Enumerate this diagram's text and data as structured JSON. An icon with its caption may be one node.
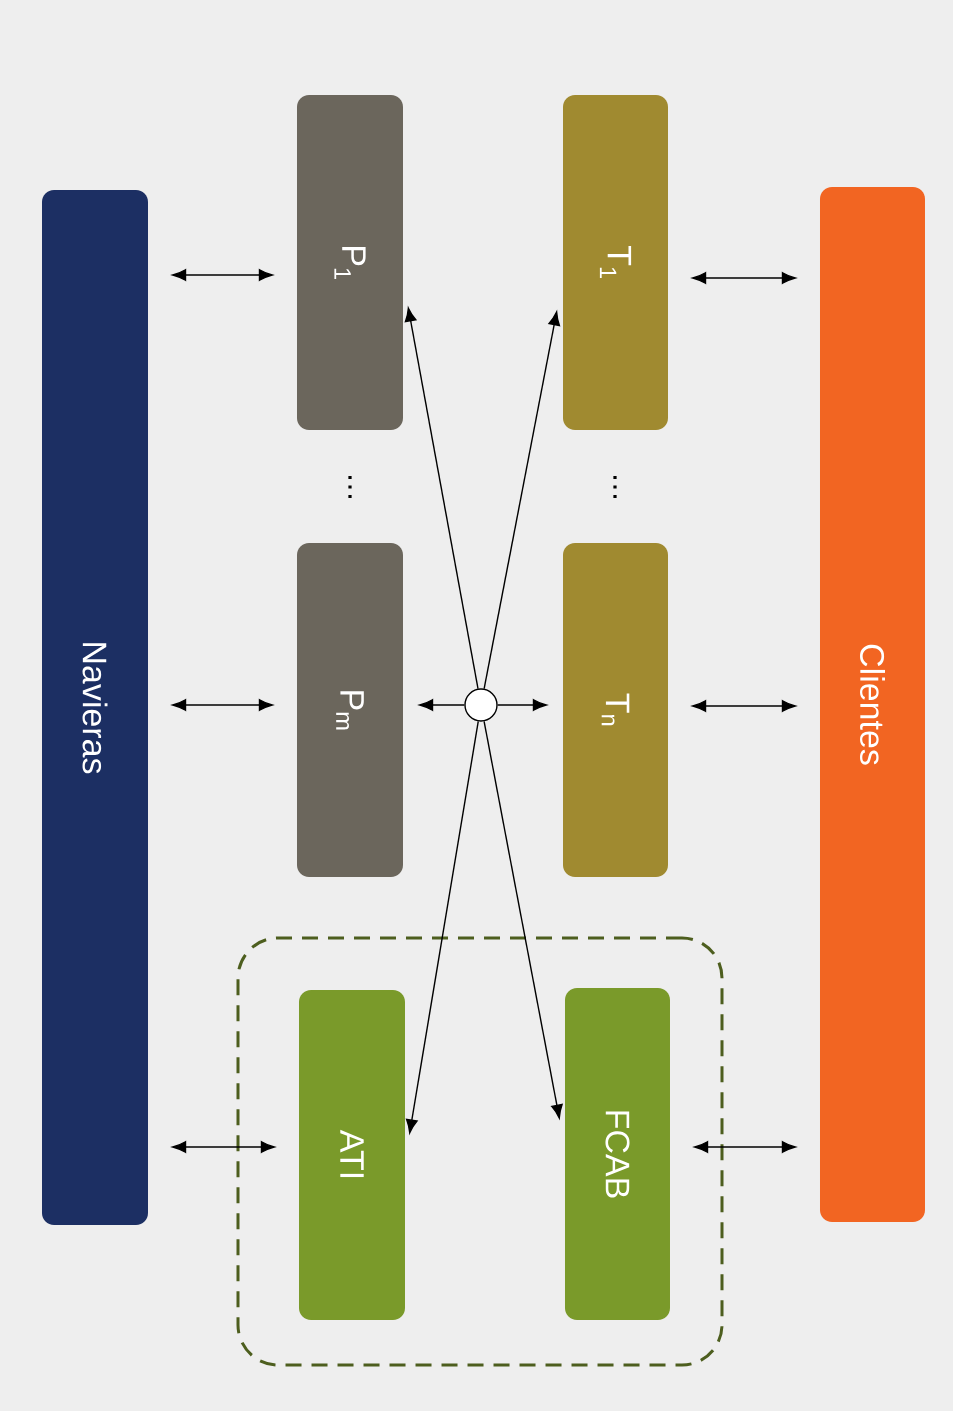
{
  "diagram": {
    "nodes": [
      {
        "text": [
          "Navieras"
        ]
      },
      {
        "text": [
          "P$_{1}$"
        ]
      },
      {
        "text": [
          "P$_{m}$"
        ]
      },
      {
        "text": [],
        "shape": "box"
      },
      {
        "text": [
          "ATI"
        ],
        "in": 3
      },
      {
        "text": [
          "T$_{1}$"
        ]
      },
      {
        "text": [
          "T$_{n}$"
        ]
      },
      {
        "text": [
          "FCAB"
        ],
        "in": 3
      },
      {
        "text": [
          "Clientes"
        ]
      },
      {
        "text": [],
        "shape": "circle"
      }
    ],
    "edges": [
      {
        "from": 0,
        "to": 1,
        "arrow": "both"
      },
      {
        "from": 0,
        "to": 2,
        "arrow": "both"
      },
      {
        "from": 0,
        "to": 4,
        "arrow": "both"
      },
      {
        "from": 5,
        "to": 8,
        "arrow": "both"
      },
      {
        "from": 6,
        "to": 8,
        "arrow": "both"
      },
      {
        "from": 7,
        "to": 8,
        "arrow": "both"
      },
      {
        "from": 9,
        "to": 1,
        "arrow": "to"
      },
      {
        "from": 9,
        "to": 5,
        "arrow": "to"
      },
      {
        "from": 9,
        "to": 2,
        "arrow": "to"
      },
      {
        "from": 9,
        "to": 6,
        "arrow": "to"
      },
      {
        "from": 9,
        "to": 4,
        "arrow": "to"
      },
      {
        "from": 9,
        "to": 7,
        "arrow": "to"
      }
    ],
    "labels": [
      "…",
      "…"
    ]
  }
}
